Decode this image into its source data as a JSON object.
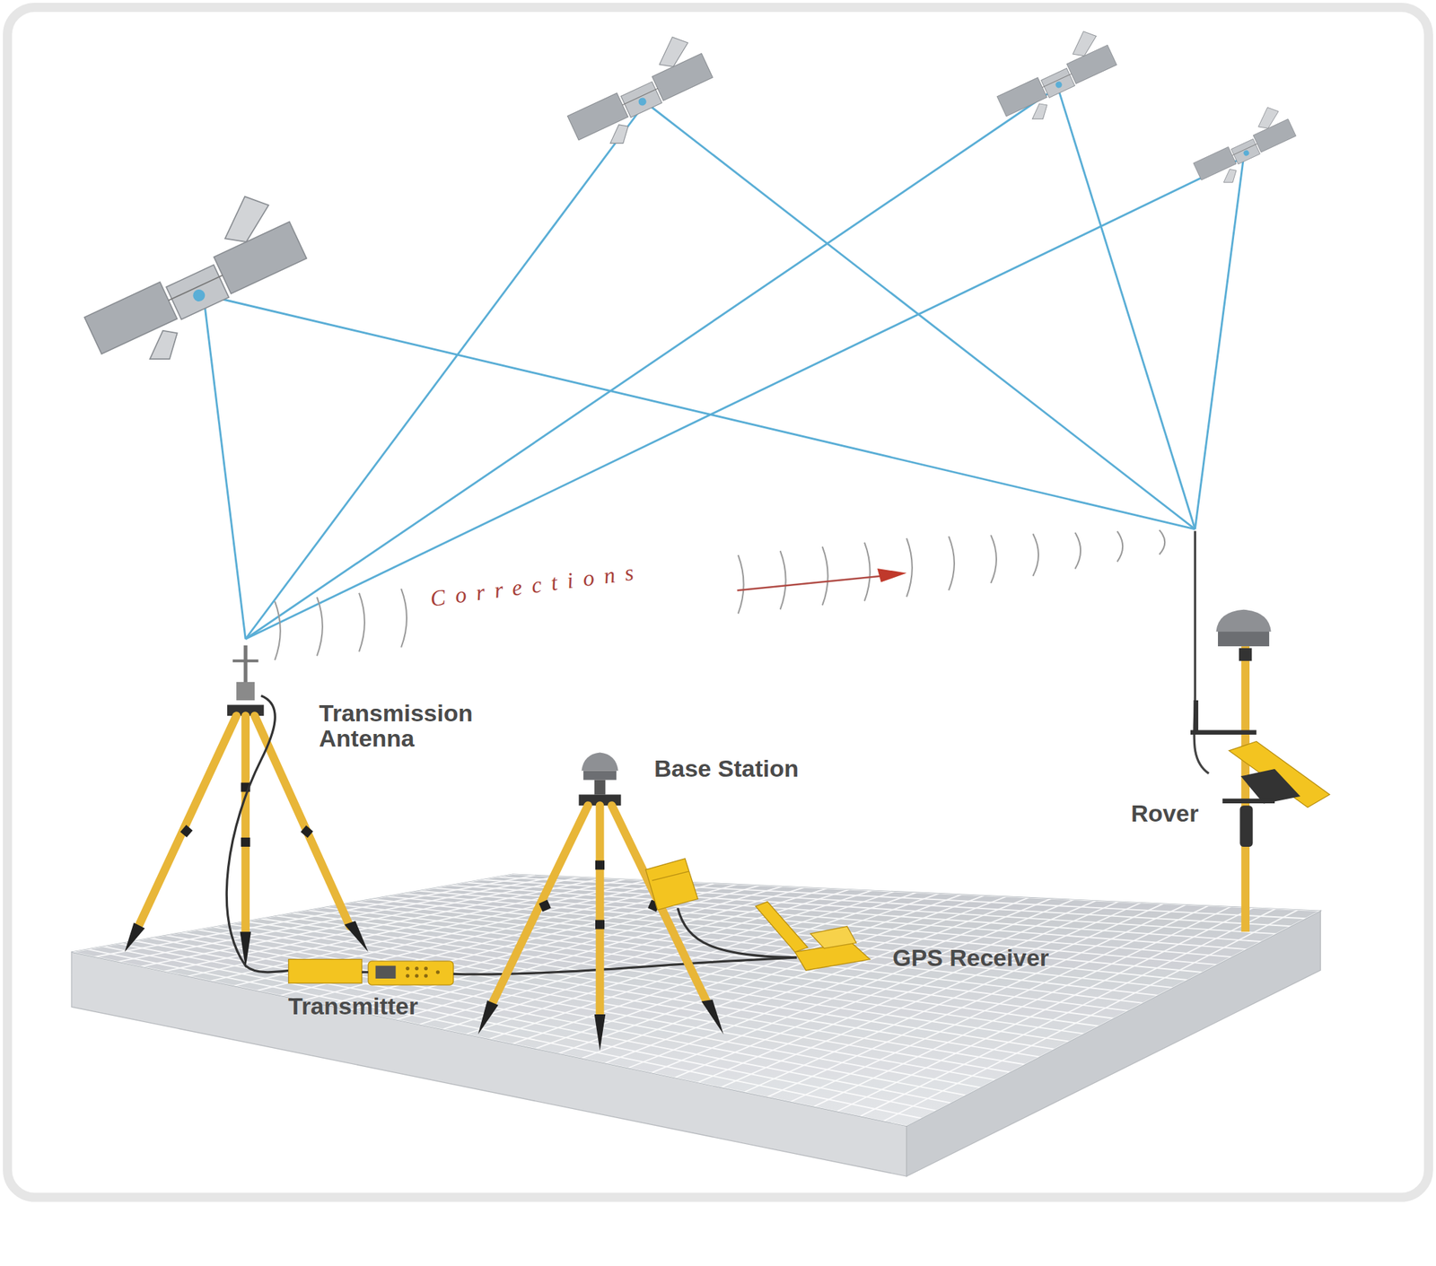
{
  "diagram": {
    "labels": [
      "Corrections",
      "Transmission Antenna",
      "Base Station",
      "Rover",
      "GPS Receiver",
      "Transmitter"
    ]
  }
}
